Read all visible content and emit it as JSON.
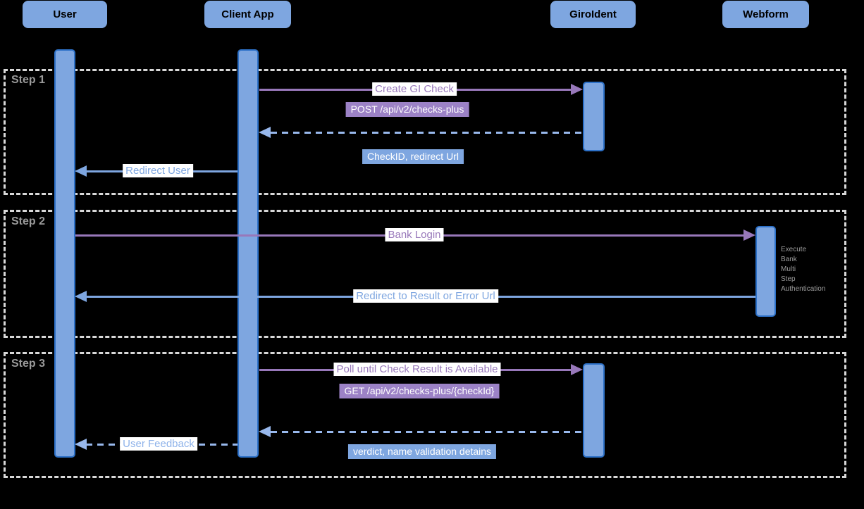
{
  "colors": {
    "background": "#000000",
    "actor_fill": "#7ea6e0",
    "actor_border": "#2d71c8",
    "purple_arrow": "#9878ba",
    "purple_badge_bg": "#9c82c6",
    "blue_arrow": "#7ea6e0",
    "blue_dashed_arrow": "#98b8ec",
    "blue_badge_bg": "#7ea6e0",
    "frame_border": "#d8d8d8",
    "step_label_text": "#9a9a9a",
    "note_text": "#9e9e9e"
  },
  "actors": [
    {
      "label": "User"
    },
    {
      "label": "Client App"
    },
    {
      "label": "GiroIdent"
    },
    {
      "label": "Webform"
    }
  ],
  "step1": {
    "label": "Step 1",
    "create_check_label": "Create GI Check",
    "create_check_api": "POST /api/v2/checks-plus",
    "return_label": "CheckID, redirect Url",
    "redirect_user_label": "Redirect User"
  },
  "step2": {
    "label": "Step 2",
    "bank_login_label": "Bank Login",
    "webform_note": [
      "Execute",
      "Bank",
      "Multi",
      "Step",
      "Authentication"
    ],
    "redirect_result_label": "Redirect to Result  or Error Url"
  },
  "step3": {
    "label": "Step 3",
    "poll_label": "Poll until Check Result is Available",
    "poll_api": "GET /api/v2/checks-plus/{checkId}",
    "return_label": "verdict, name validation detains",
    "user_feedback_label": "User Feedback"
  }
}
